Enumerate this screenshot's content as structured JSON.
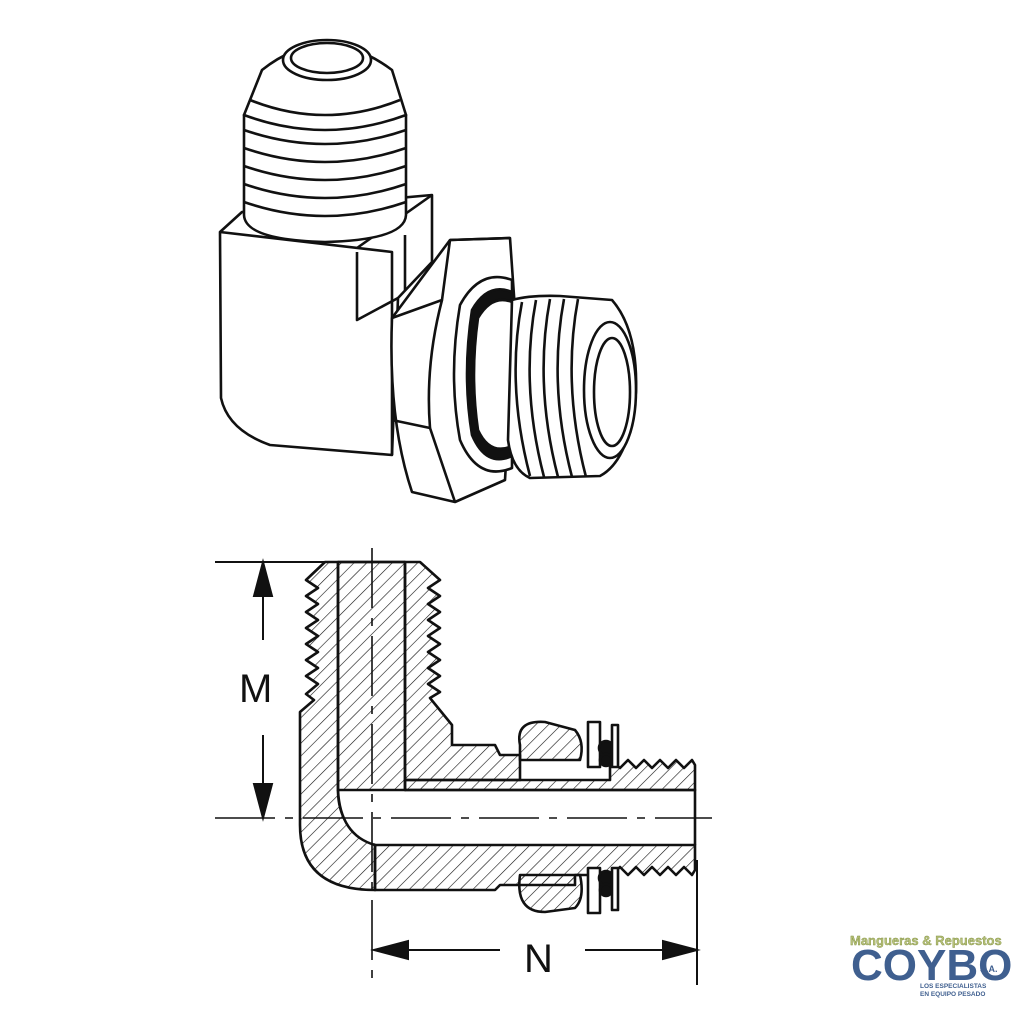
{
  "dimensions": {
    "m_label": "M",
    "n_label": "N"
  },
  "logo": {
    "top_text": "Mangueras & Repuestos",
    "brand": "COYBO",
    "suffix": "S.A.",
    "tagline_1": "LOS ESPECIALISTAS",
    "tagline_2": "EN EQUIPO PESADO",
    "colors": {
      "top_text": "#b8c27a",
      "brand": "#3f5f8f",
      "accent": "#7f8f3f",
      "tagline": "#3f5f8f"
    }
  },
  "colors": {
    "line": "#111111",
    "fill": "#ffffff"
  }
}
